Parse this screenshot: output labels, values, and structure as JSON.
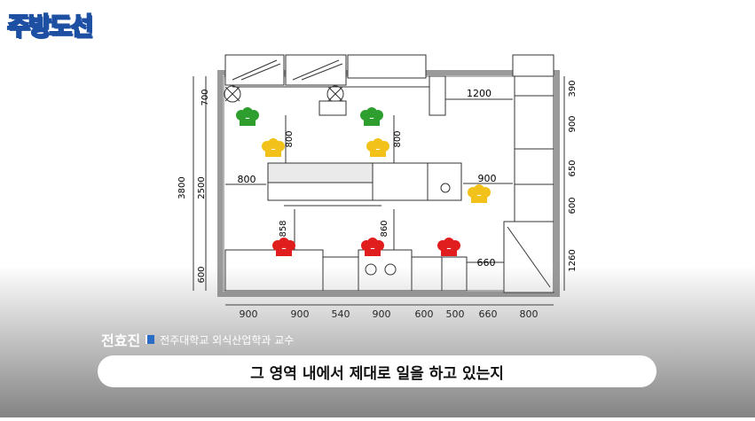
{
  "brand": {
    "logo_text": "주방도선"
  },
  "plan": {
    "top_dims": [
      {
        "value": "700"
      },
      {
        "value": "1200"
      },
      {
        "value": "800"
      },
      {
        "value": "800"
      },
      {
        "value": "800"
      },
      {
        "value": "900"
      },
      {
        "value": "858"
      },
      {
        "value": "860"
      },
      {
        "value": "660"
      }
    ],
    "left_dims": {
      "overall": "3800",
      "mid": "2500",
      "bottom": "600"
    },
    "right_dims": [
      "390",
      "900",
      "650",
      "600",
      "1260"
    ],
    "bottom_dims": [
      "900",
      "900",
      "540",
      "900",
      "600",
      "500",
      "660",
      "800"
    ],
    "chef_colors": {
      "green": "#2e9e2e",
      "yellow": "#f2c21b",
      "red": "#e01e1e"
    }
  },
  "speaker": {
    "name": "전효진",
    "affiliation": "전주대학교 외식산업학과 교수"
  },
  "caption": {
    "text": "그 영역 내에서 제대로 일을 하고 있는지"
  }
}
